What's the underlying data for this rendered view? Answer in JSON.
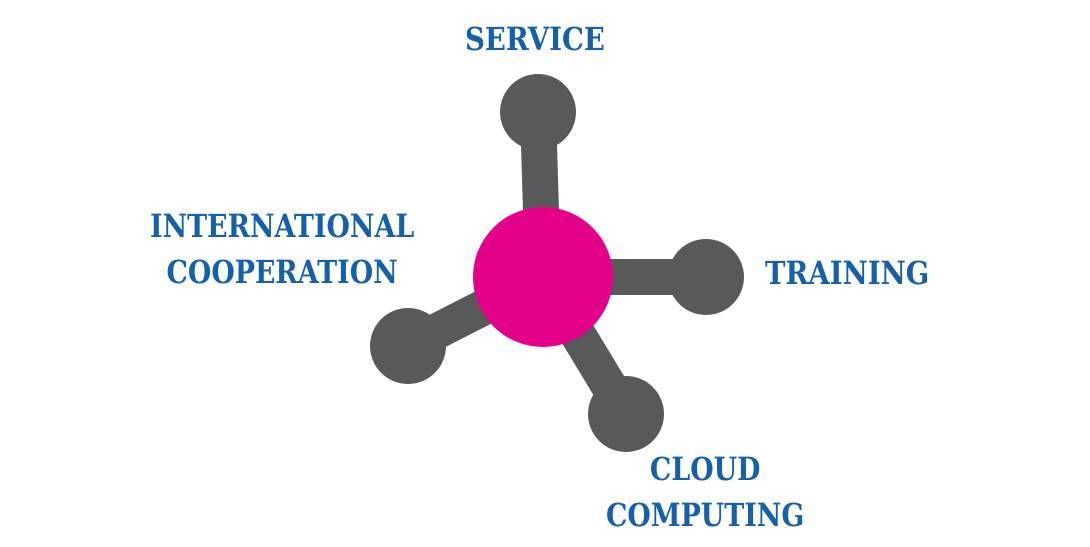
{
  "diagram": {
    "hub_color": "#e5008a",
    "spoke_color": "#58595b",
    "label_color": "#1560a8",
    "labels": {
      "service": "SERVICE",
      "intl_line1": "INTERNATIONAL",
      "intl_line2": "COOPERATION",
      "training": "TRAINING",
      "cloud_line1": "CLOUD",
      "cloud_line2": "COMPUTING"
    }
  }
}
